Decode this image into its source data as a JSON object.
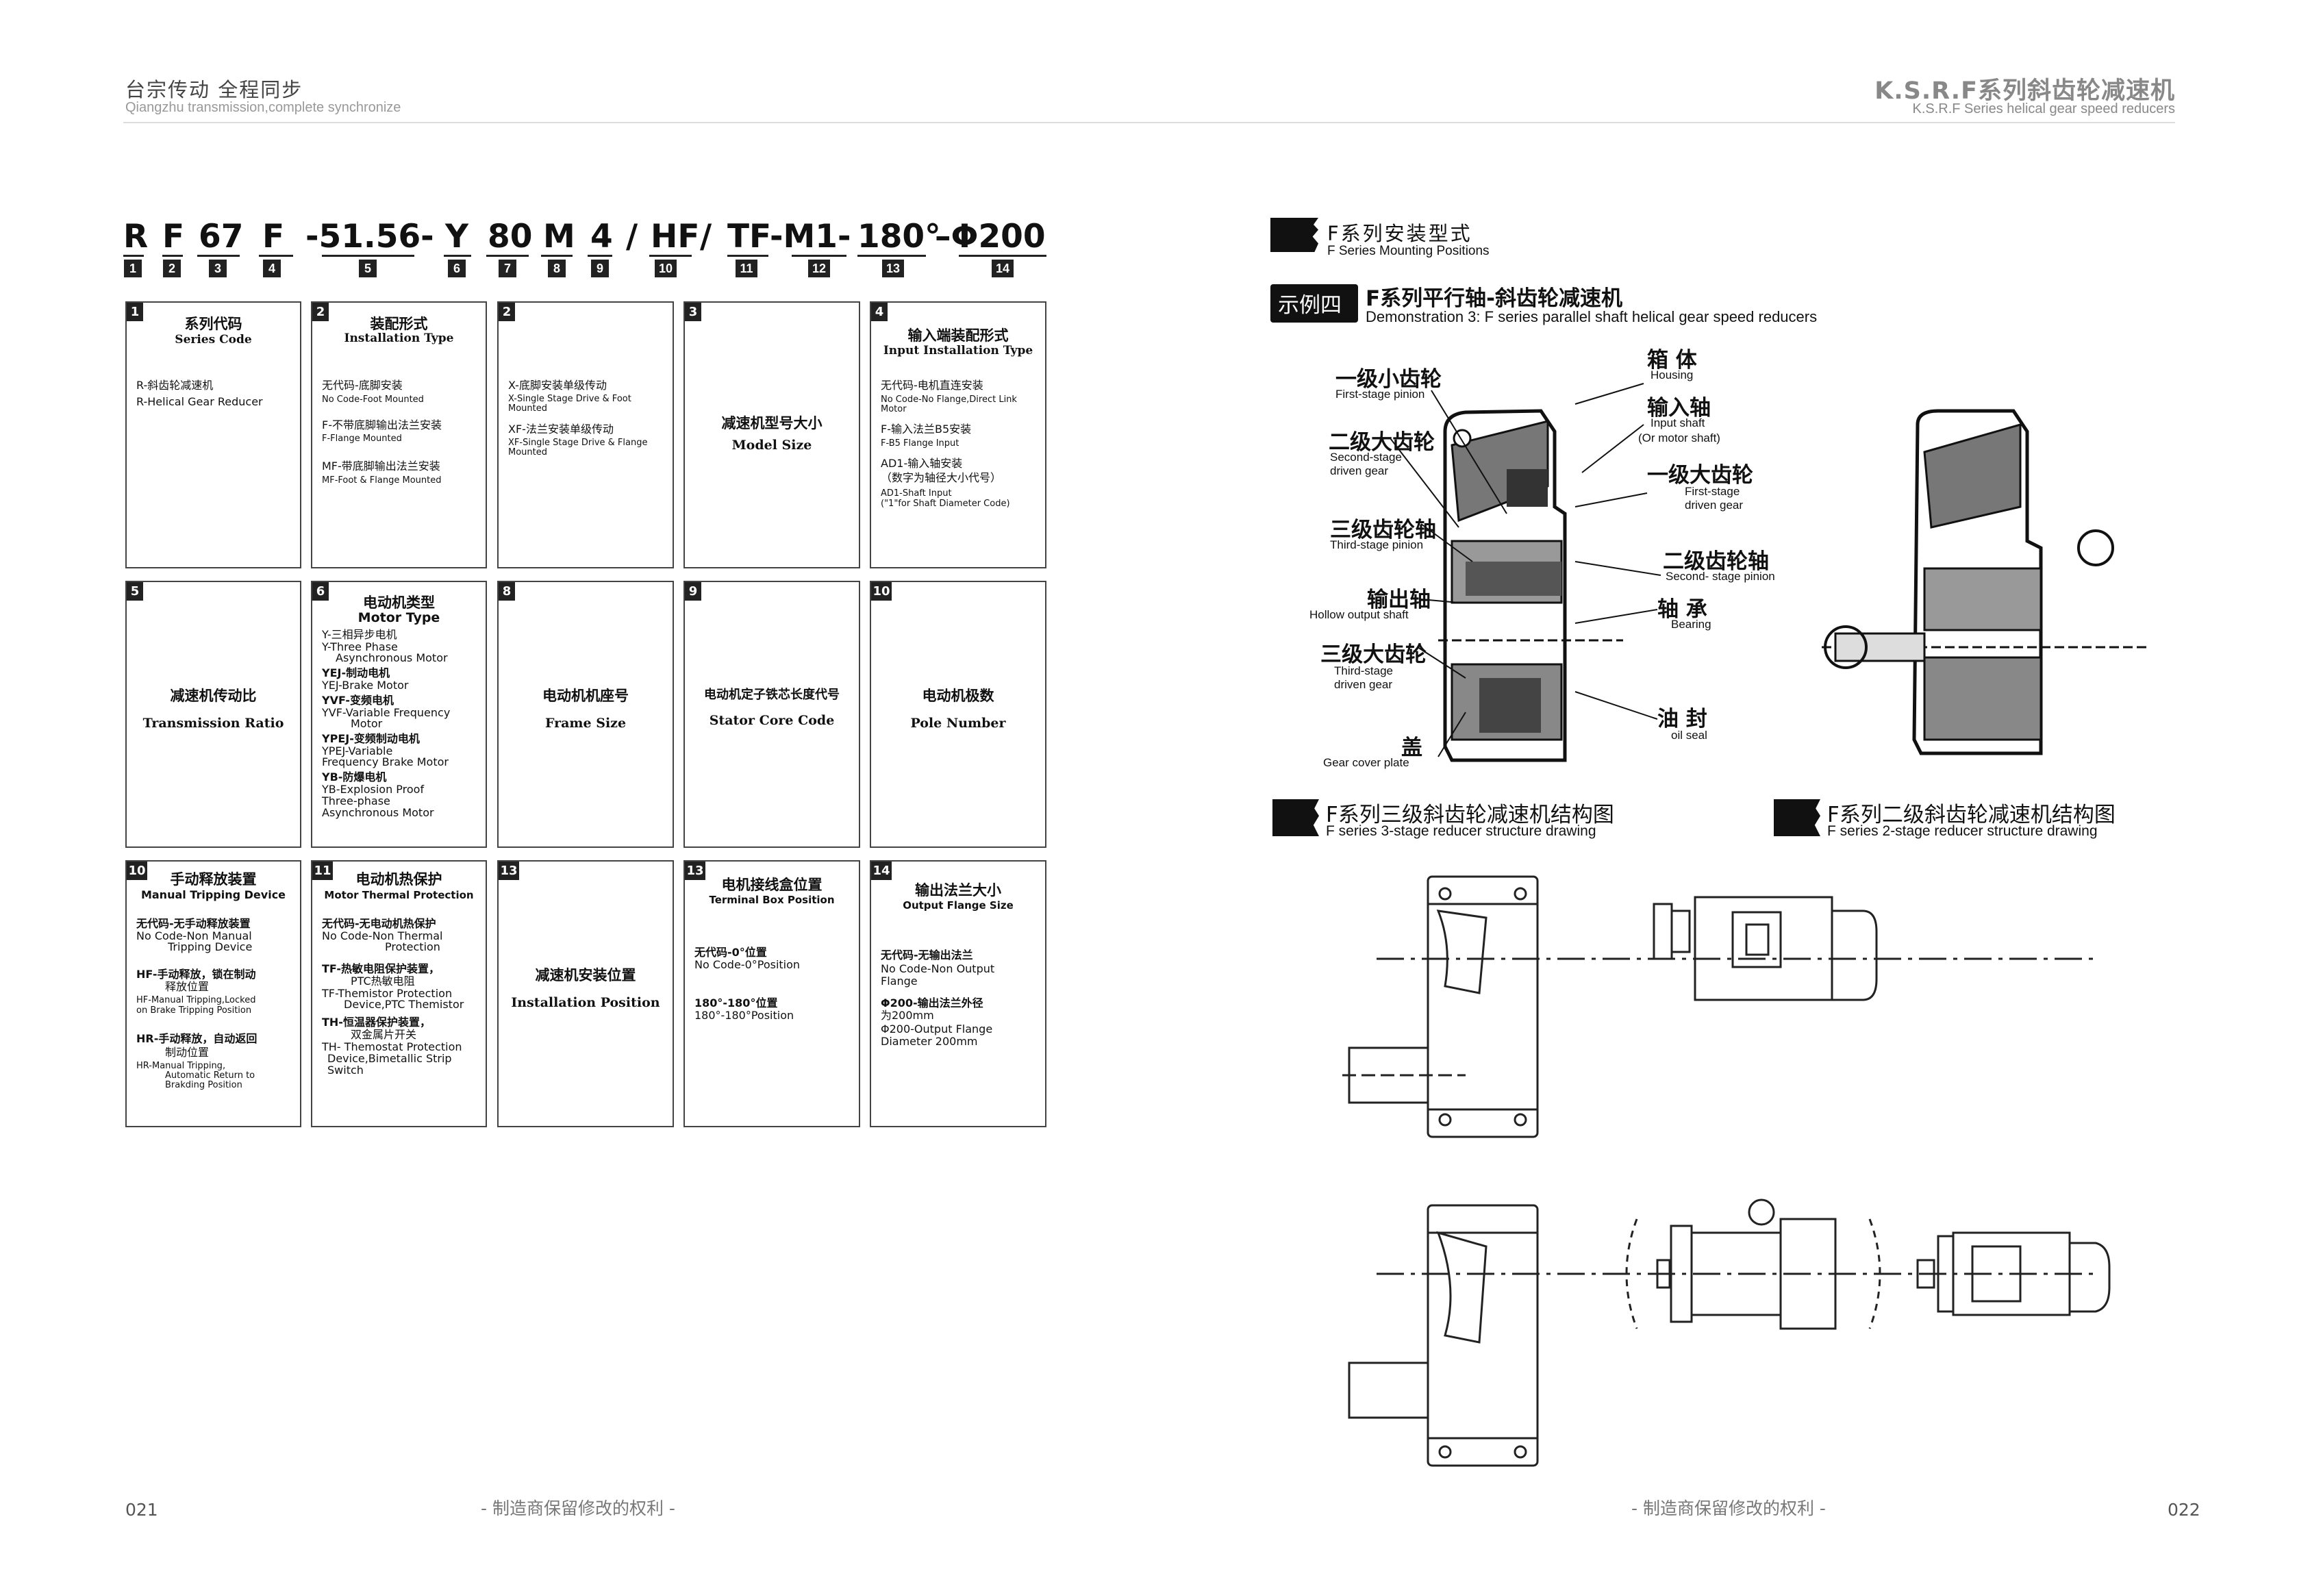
{
  "header": {
    "left_cn": "台宗传动 全程同步",
    "left_en": "Qiangzhu transmission,complete synchronize",
    "right_cn": "K.S.R.F系列斜齿轮减速机",
    "right_en": "K.S.R.F Series helical gear speed reducers"
  },
  "model_code": {
    "segments": [
      "R",
      "F",
      "67",
      "F",
      "-51.56-",
      "Y",
      "80",
      "M",
      "4",
      "/",
      "HF",
      "/",
      "TF",
      "-M1-",
      "180°",
      "–Φ200"
    ],
    "numbers": [
      "1",
      "2",
      "3",
      "4",
      "5",
      "6",
      "7",
      "8",
      "9",
      "10",
      "11",
      "12",
      "13",
      "14"
    ]
  },
  "boxes": {
    "b1": {
      "num": "1",
      "title_cn": "系列代码",
      "title_en": "Series Code",
      "l1_cn": "R-斜齿轮减速机",
      "l1_en": "R-Helical Gear Reducer"
    },
    "b2": {
      "num": "2",
      "title_cn": "装配形式",
      "title_en": "Installation Type",
      "l1_cn": "无代码-底脚安装",
      "l1_en": "No Code-Foot Mounted",
      "l2_cn": "F-不带底脚输出法兰安装",
      "l2_en": "F-Flange Mounted",
      "l3_cn": "MF-带底脚输出法兰安装",
      "l3_en": "MF-Foot & Flange Mounted"
    },
    "b2b": {
      "num": "2",
      "l1_cn": "X-底脚安装单级传动",
      "l1_en": "X-Single Stage Drive & Foot Mounted",
      "l2_cn": "XF-法兰安装单级传动",
      "l2_en": "XF-Single Stage Drive & Flange Mounted"
    },
    "b3": {
      "num": "3",
      "title_cn": "减速机型号大小",
      "title_en": "Model Size"
    },
    "b4": {
      "num": "4",
      "title_cn": "输入端装配形式",
      "title_en": "Input Installation Type",
      "l1_cn": "无代码-电机直连安装",
      "l1_en": "No Code-No Flange,Direct Link Motor",
      "l2_cn": "F-输入法兰B5安装",
      "l2_en": "F-B5 Flange Input",
      "l3_cn": "AD1-输入轴安装",
      "l3_cn2": "（数字为轴径大小代号）",
      "l3_en": "AD1-Shaft Input",
      "l3_en2": "(\"1\"for Shaft Diameter Code)"
    },
    "b5": {
      "num": "5",
      "title_cn": "减速机传动比",
      "title_en": "Transmission Ratio"
    },
    "b6": {
      "num": "6",
      "title_cn": "电动机类型",
      "title_en": "Motor Type",
      "lines": [
        "Y-三相异步电机",
        "Y-Three Phase",
        "Asynchronous Motor",
        "YEJ-制动电机",
        "YEJ-Brake Motor",
        "YVF-变频电机",
        "YVF-Variable Frequency",
        "Motor",
        "YPEJ-变频制动电机",
        "YPEJ-Variable",
        "Frequency Brake Motor",
        "YB-防爆电机",
        "YB-Explosion Proof",
        "Three-phase",
        "Asynchronous Motor"
      ]
    },
    "b8": {
      "num": "8",
      "title_cn": "电动机机座号",
      "title_en": "Frame Size"
    },
    "b9": {
      "num": "9",
      "title_cn": "电动机定子铁芯长度代号",
      "title_en": "Stator Core Code"
    },
    "b10": {
      "num": "10",
      "title_cn": "电动机极数",
      "title_en": "Pole Number"
    },
    "b10b": {
      "num": "10",
      "title_cn": "手动释放装置",
      "title_en": "Manual Tripping Device",
      "lines": [
        "无代码-无手动释放装置",
        "No Code-Non Manual",
        "Tripping Device",
        "HF-手动释放，锁在制动",
        "释放位置",
        "HF-Manual Tripping,Locked",
        "on Brake Tripping Position",
        "HR-手动释放，自动返回",
        "制动位置",
        "HR-Manual Tripping,",
        "Automatic Return to",
        "Brakding Position"
      ]
    },
    "b11": {
      "num": "11",
      "title_cn": "电动机热保护",
      "title_en": "Motor Thermal Protection",
      "lines": [
        "无代码-无电动机热保护",
        "No Code-Non Thermal",
        "Protection",
        "TF-热敏电阻保护装置，",
        "PTC热敏电阻",
        "TF-Themistor Protection",
        "Device,PTC Themistor",
        "TH-恒温器保护装置，",
        "双金属片开关",
        "TH- Themostat Protection",
        "Device,Bimetallic Strip",
        "Switch"
      ]
    },
    "b12": {
      "num": "13",
      "title_cn": "减速机安装位置",
      "title_en": "Installation Position"
    },
    "b13": {
      "num": "13",
      "title_cn": "电机接线盒位置",
      "title_en": "Terminal Box Position",
      "lines": [
        "无代码-0°位置",
        "No Code-0°Position",
        "180°-180°位置",
        "180°-180°Position"
      ]
    },
    "b14": {
      "num": "14",
      "title_cn": "输出法兰大小",
      "title_en": "Output Flange Size",
      "lines": [
        "无代码-无输出法兰",
        "No Code-Non Output",
        "Flange",
        "Φ200-输出法兰外径",
        "为200mm",
        "Φ200-Output Flange",
        "Diameter 200mm"
      ]
    }
  },
  "right": {
    "section_cn": "F系列安装型式",
    "section_en": "F Series Mounting Positions",
    "demo_tag": "示例四",
    "demo_cn": "F系列平行轴-斜齿轮减速机",
    "demo_en": "Demonstration 3:  F series parallel shaft helical gear speed reducers",
    "labels": {
      "first_pinion_cn": "一级小齿轮",
      "first_pinion_en": "First-stage pinion",
      "housing_cn": "箱  体",
      "housing_en": "Housing",
      "input_cn": "输入轴",
      "input_en": "Input shaft",
      "input_en2": "(Or motor shaft)",
      "second_driven_cn": "二级大齿轮",
      "second_driven_en": "Second-stage",
      "second_driven_en2": "driven gear",
      "first_driven_cn": "一级大齿轮",
      "first_driven_en": "First-stage",
      "first_driven_en2": "driven gear",
      "third_pinion_cn": "三级齿轮轴",
      "third_pinion_en": "Third-stage pinion",
      "second_pinion_cn": "二级齿轮轴",
      "second_pinion_en": "Second- stage pinion",
      "output_cn": "输出轴",
      "output_en": "Hollow output shaft",
      "bearing_cn": "轴  承",
      "bearing_en": "Bearing",
      "third_driven_cn": "三级大齿轮",
      "third_driven_en": "Third-stage",
      "third_driven_en2": "driven gear",
      "seal_cn": "油  封",
      "seal_en": "oil seal",
      "cover_cn": "盖",
      "cover_en": "Gear cover plate"
    },
    "caption1_cn": "F系列三级斜齿轮减速机结构图",
    "caption1_en": "F series 3-stage reducer structure drawing",
    "caption2_cn": "F系列二级斜齿轮减速机结构图",
    "caption2_en": "F series 2-stage reducer structure drawing"
  },
  "footer": {
    "left_page": "021",
    "left_note": "- 制造商保留修改的权利 -",
    "right_note": "- 制造商保留修改的权利 -",
    "right_page": "022"
  }
}
